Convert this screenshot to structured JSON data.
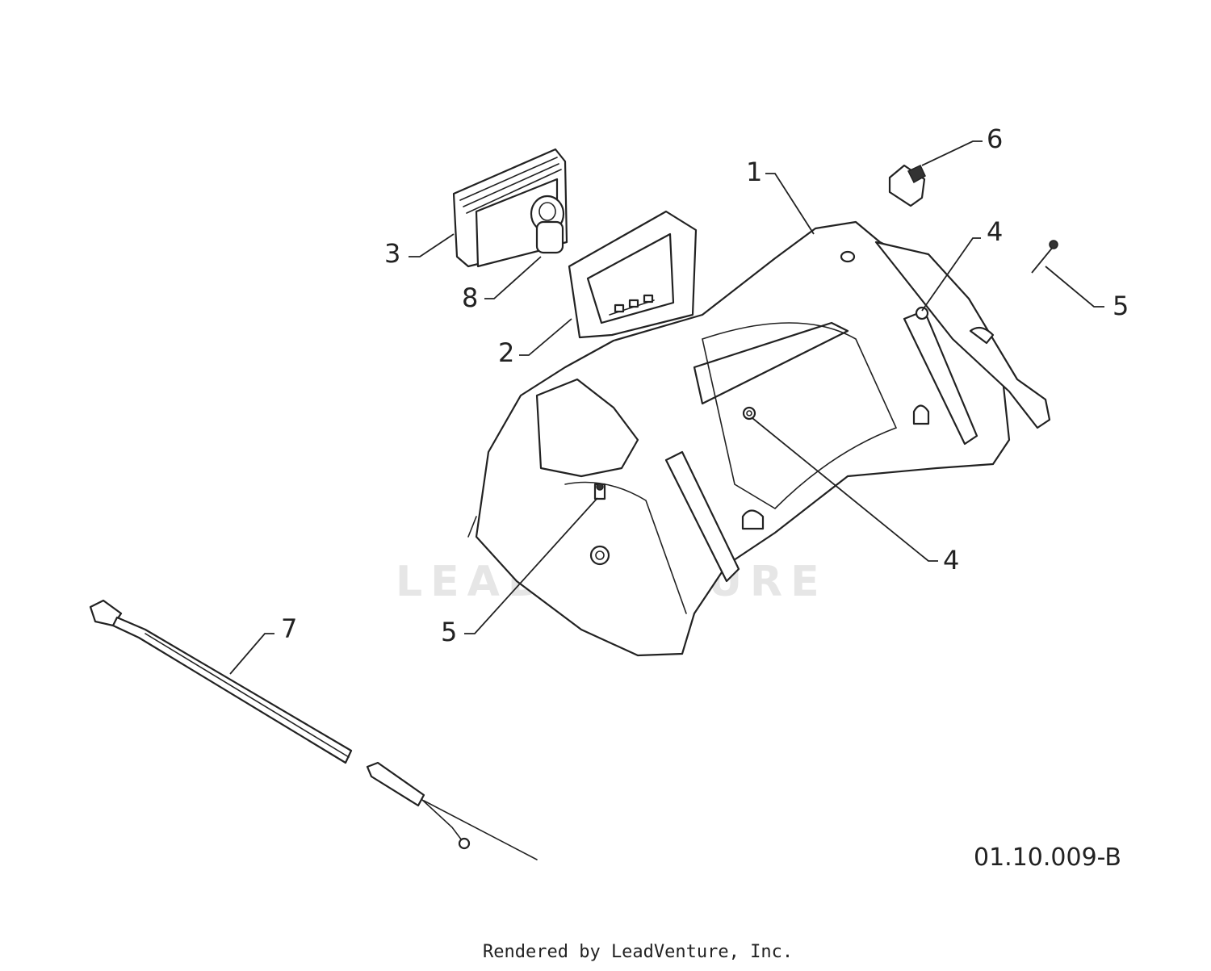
{
  "diagram": {
    "callouts": [
      {
        "id": "c1",
        "label": "1"
      },
      {
        "id": "c2",
        "label": "2"
      },
      {
        "id": "c3",
        "label": "3"
      },
      {
        "id": "c4a",
        "label": "4"
      },
      {
        "id": "c4b",
        "label": "4"
      },
      {
        "id": "c5a",
        "label": "5"
      },
      {
        "id": "c5b",
        "label": "5"
      },
      {
        "id": "c6",
        "label": "6"
      },
      {
        "id": "c7",
        "label": "7"
      },
      {
        "id": "c8",
        "label": "8"
      }
    ],
    "reference_code": "01.10.009-B",
    "watermark": "LEADVENTURE",
    "footer": "Rendered by LeadVenture, Inc."
  },
  "colors": {
    "line": "#222222",
    "background": "#ffffff",
    "watermark": "#e6e6e6"
  }
}
